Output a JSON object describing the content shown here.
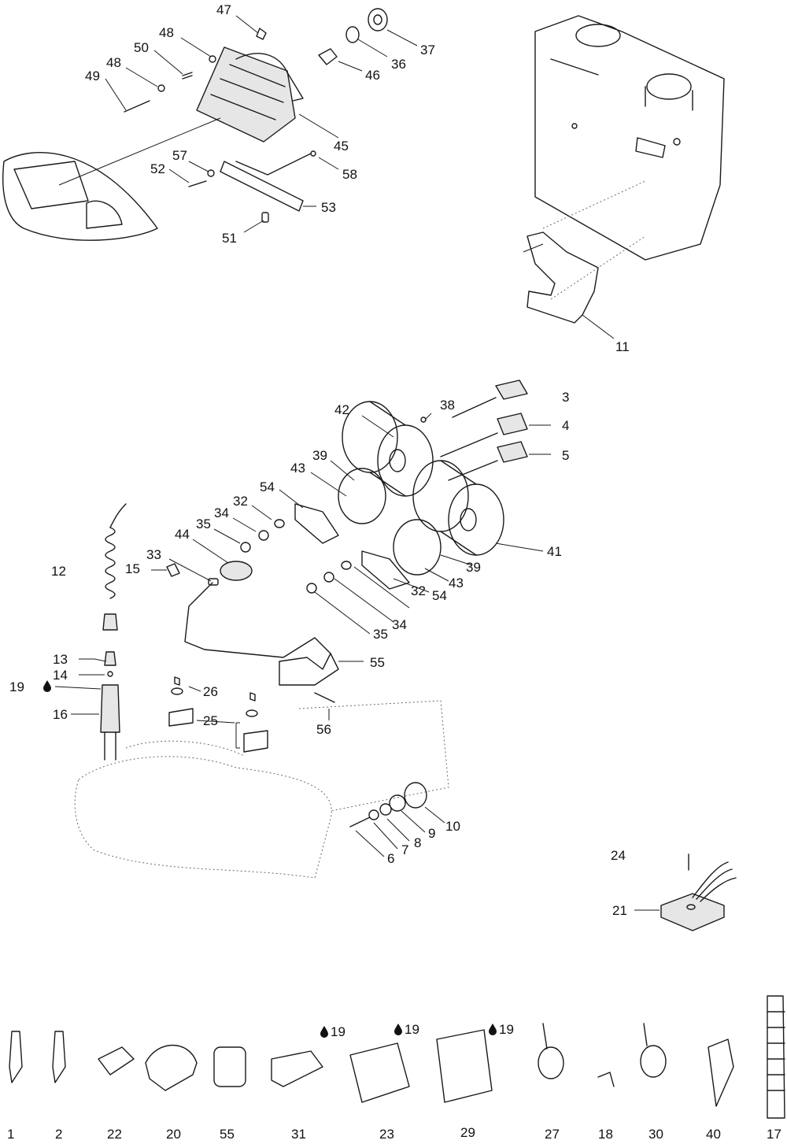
{
  "callouts": {
    "c1": "1",
    "c2": "2",
    "c3": "3",
    "c4": "4",
    "c5": "5",
    "c6": "6",
    "c7": "7",
    "c8": "8",
    "c9": "9",
    "c10": "10",
    "c11": "11",
    "c12": "12",
    "c13": "13",
    "c14": "14",
    "c15": "15",
    "c16": "16",
    "c17": "17",
    "c18": "18",
    "c19": "19",
    "c20": "20",
    "c21": "21",
    "c22": "22",
    "c23": "23",
    "c24": "24",
    "c25": "25",
    "c26": "26",
    "c27": "27",
    "c29": "29",
    "c30": "30",
    "c31": "31",
    "c32": "32",
    "c33": "33",
    "c34": "34",
    "c35": "35",
    "c36": "36",
    "c37": "37",
    "c38": "38",
    "c39": "39",
    "c40": "40",
    "c41": "41",
    "c42": "42",
    "c43": "43",
    "c44": "44",
    "c45": "45",
    "c46": "46",
    "c47": "47",
    "c48": "48",
    "c49": "49",
    "c50": "50",
    "c51": "51",
    "c52": "52",
    "c53": "53",
    "c54": "54",
    "c55": "55",
    "c56": "56",
    "c57": "57",
    "c58": "58"
  },
  "icons": {
    "sealant": "oil-drop-icon"
  }
}
